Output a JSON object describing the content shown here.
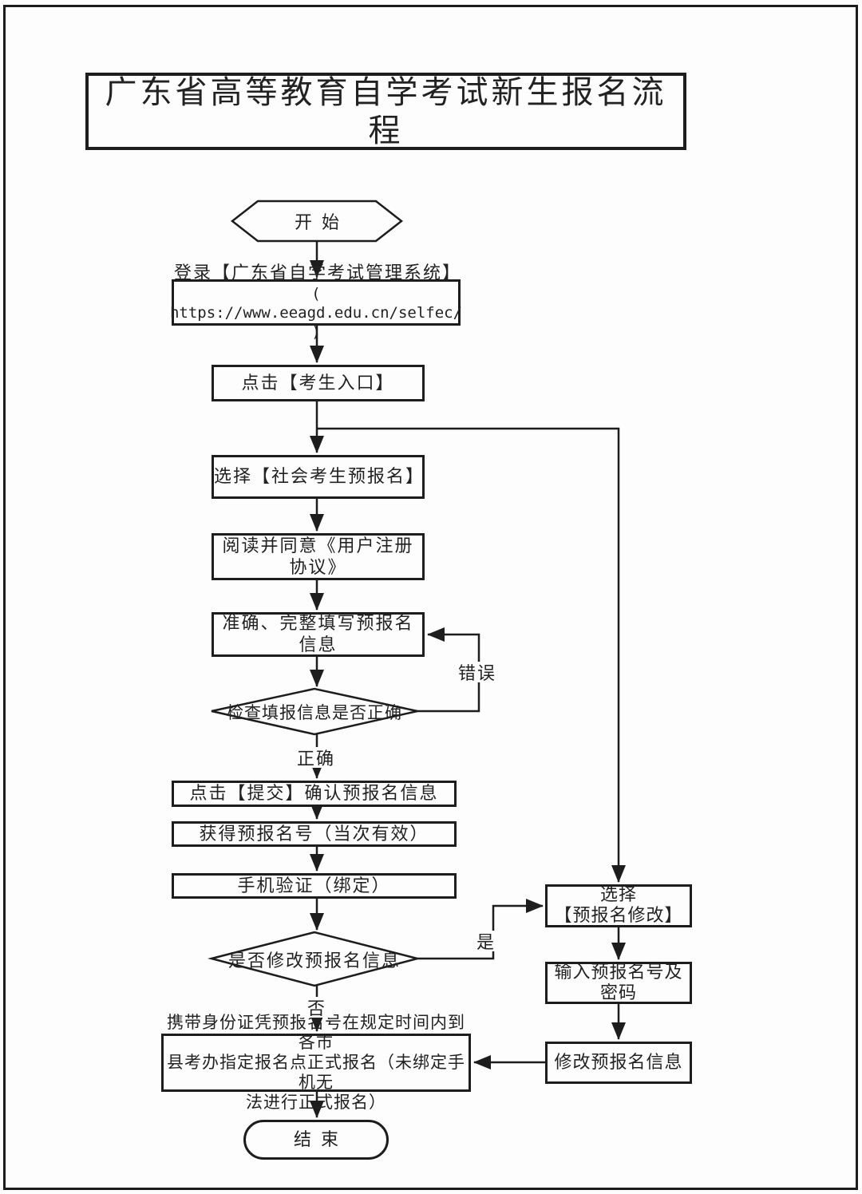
{
  "title": "广东省高等教育自学考试新生报名流程",
  "colors": {
    "ink": "#1d1d1d",
    "paper": "#fdfdfd"
  },
  "nodes": {
    "start": {
      "label": "开始"
    },
    "login": {
      "line1": "登录【广东省自学考试管理系统】",
      "line2": "( https://www.eeagd.edu.cn/selfec/ )"
    },
    "click_entry": {
      "label": "点击【考生入口】"
    },
    "select_prereg": {
      "label": "选择【社会考生预报名】"
    },
    "agree": {
      "label": "阅读并同意《用户注册协议》"
    },
    "fill_info": {
      "label": "准确、完整填写预报名信息"
    },
    "check_info": {
      "label": "检查填报信息是否正确"
    },
    "submit": {
      "label": "点击【提交】确认预报名信息"
    },
    "get_number": {
      "label": "获得预报名号（当次有效）"
    },
    "phone_verify": {
      "label": "手机验证（绑定）"
    },
    "modify_decision": {
      "label": "是否修改预报名信息"
    },
    "select_modify": {
      "line1": "选择",
      "line2": "【预报名修改】"
    },
    "input_number": {
      "line1": "输入预报名号及",
      "line2": "密码"
    },
    "modify_info": {
      "label": "修改预报名信息"
    },
    "formal_reg": {
      "lines": [
        "携带身份证凭预报名号在规定时间内到各市",
        "县考办指定报名点正式报名（未绑定手机无",
        "法进行正式报名）"
      ]
    },
    "end": {
      "label": "结束"
    }
  },
  "edge_labels": {
    "correct": "正确",
    "error": "错误",
    "yes": "是",
    "no": "否"
  }
}
